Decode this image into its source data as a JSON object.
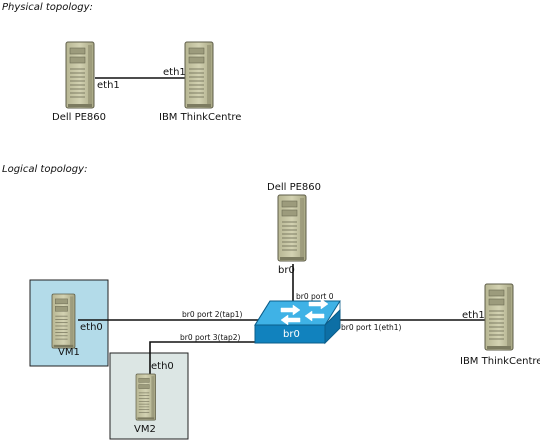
{
  "physical": {
    "title": "Physical topology:",
    "host_a": {
      "name": "Dell PE860",
      "iface": "eth1"
    },
    "host_b": {
      "name": "IBM ThinkCentre",
      "iface": "eth1"
    }
  },
  "logical": {
    "title": "Logical topology:",
    "dell": {
      "name": "Dell PE860",
      "iface": "br0"
    },
    "ibm": {
      "name": "IBM ThinkCentre",
      "iface": "eth1"
    },
    "vm1": {
      "name": "VM1",
      "iface": "eth0",
      "color": "#b3dbe9"
    },
    "vm2": {
      "name": "VM2",
      "iface": "eth0",
      "color": "#dce6e4"
    },
    "bridge": {
      "name": "br0",
      "color": "#1f9fd8",
      "ports": [
        "br0 port 0",
        "br0 port 1(eth1)",
        "br0 port 2(tap1)",
        "br0 port 3(tap2)"
      ]
    }
  }
}
